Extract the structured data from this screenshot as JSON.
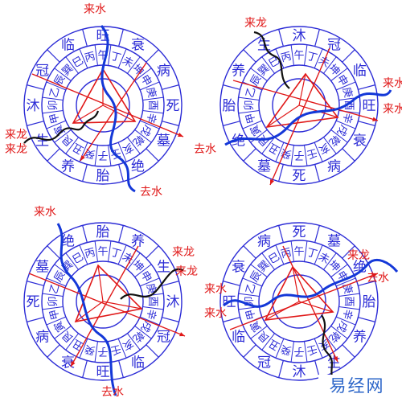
{
  "diagrams": [
    {
      "outer_ring": [
        "旺",
        "衰",
        "病",
        "死",
        "墓",
        "绝",
        "胎",
        "养",
        "生",
        "沐",
        "冠",
        "临"
      ],
      "inner_ring": [
        "午",
        "丁",
        "未",
        "坤",
        "申",
        "庚",
        "酉",
        "辛",
        "戌",
        "乾",
        "亥",
        "壬",
        "子",
        "癸",
        "丑",
        "艮",
        "寅",
        "甲",
        "卯",
        "乙",
        "辰",
        "巽",
        "巳",
        "丙"
      ],
      "flow_labels": {
        "come_water": "来水",
        "come_dragon": "来龙",
        "go_water": "去水"
      }
    },
    {
      "outer_ring": [
        "沐",
        "冠",
        "临",
        "旺",
        "衰",
        "病",
        "死",
        "墓",
        "绝",
        "胎",
        "养",
        "生"
      ],
      "inner_ring": [
        "午",
        "丁",
        "未",
        "坤",
        "申",
        "庚",
        "酉",
        "辛",
        "戌",
        "乾",
        "亥",
        "壬",
        "子",
        "癸",
        "丑",
        "艮",
        "寅",
        "甲",
        "卯",
        "乙",
        "辰",
        "巽",
        "巳",
        "丙"
      ],
      "flow_labels": {
        "come_water": "来水",
        "come_dragon": "来龙",
        "go_water": "去水"
      }
    },
    {
      "outer_ring": [
        "胎",
        "养",
        "生",
        "沐",
        "冠",
        "临",
        "旺",
        "衰",
        "病",
        "死",
        "墓",
        "绝"
      ],
      "inner_ring": [
        "午",
        "丁",
        "未",
        "坤",
        "申",
        "庚",
        "酉",
        "辛",
        "戌",
        "乾",
        "亥",
        "壬",
        "子",
        "癸",
        "丑",
        "艮",
        "寅",
        "甲",
        "卯",
        "乙",
        "辰",
        "巽",
        "巳",
        "丙"
      ],
      "flow_labels": {
        "come_water": "来水",
        "come_dragon": "来龙",
        "go_water": "去水"
      }
    },
    {
      "outer_ring": [
        "死",
        "墓",
        "绝",
        "胎",
        "养",
        "生",
        "沐",
        "冠",
        "临",
        "旺",
        "衰",
        "病"
      ],
      "inner_ring": [
        "午",
        "丁",
        "未",
        "坤",
        "申",
        "庚",
        "酉",
        "辛",
        "戌",
        "乾",
        "亥",
        "壬",
        "子",
        "癸",
        "丑",
        "艮",
        "寅",
        "甲",
        "卯",
        "乙",
        "辰",
        "巽",
        "巳",
        "丙"
      ],
      "flow_labels": {
        "come_water": "来水",
        "come_dragon": "来龙",
        "go_water": "去水"
      }
    }
  ],
  "watermark": "易经网",
  "colors": {
    "ring": "#2b2bd6",
    "text": "#2b2bd6",
    "triangle": "#e01818",
    "label": "#e01818",
    "water": "#1438d8",
    "dragon": "#111111"
  }
}
